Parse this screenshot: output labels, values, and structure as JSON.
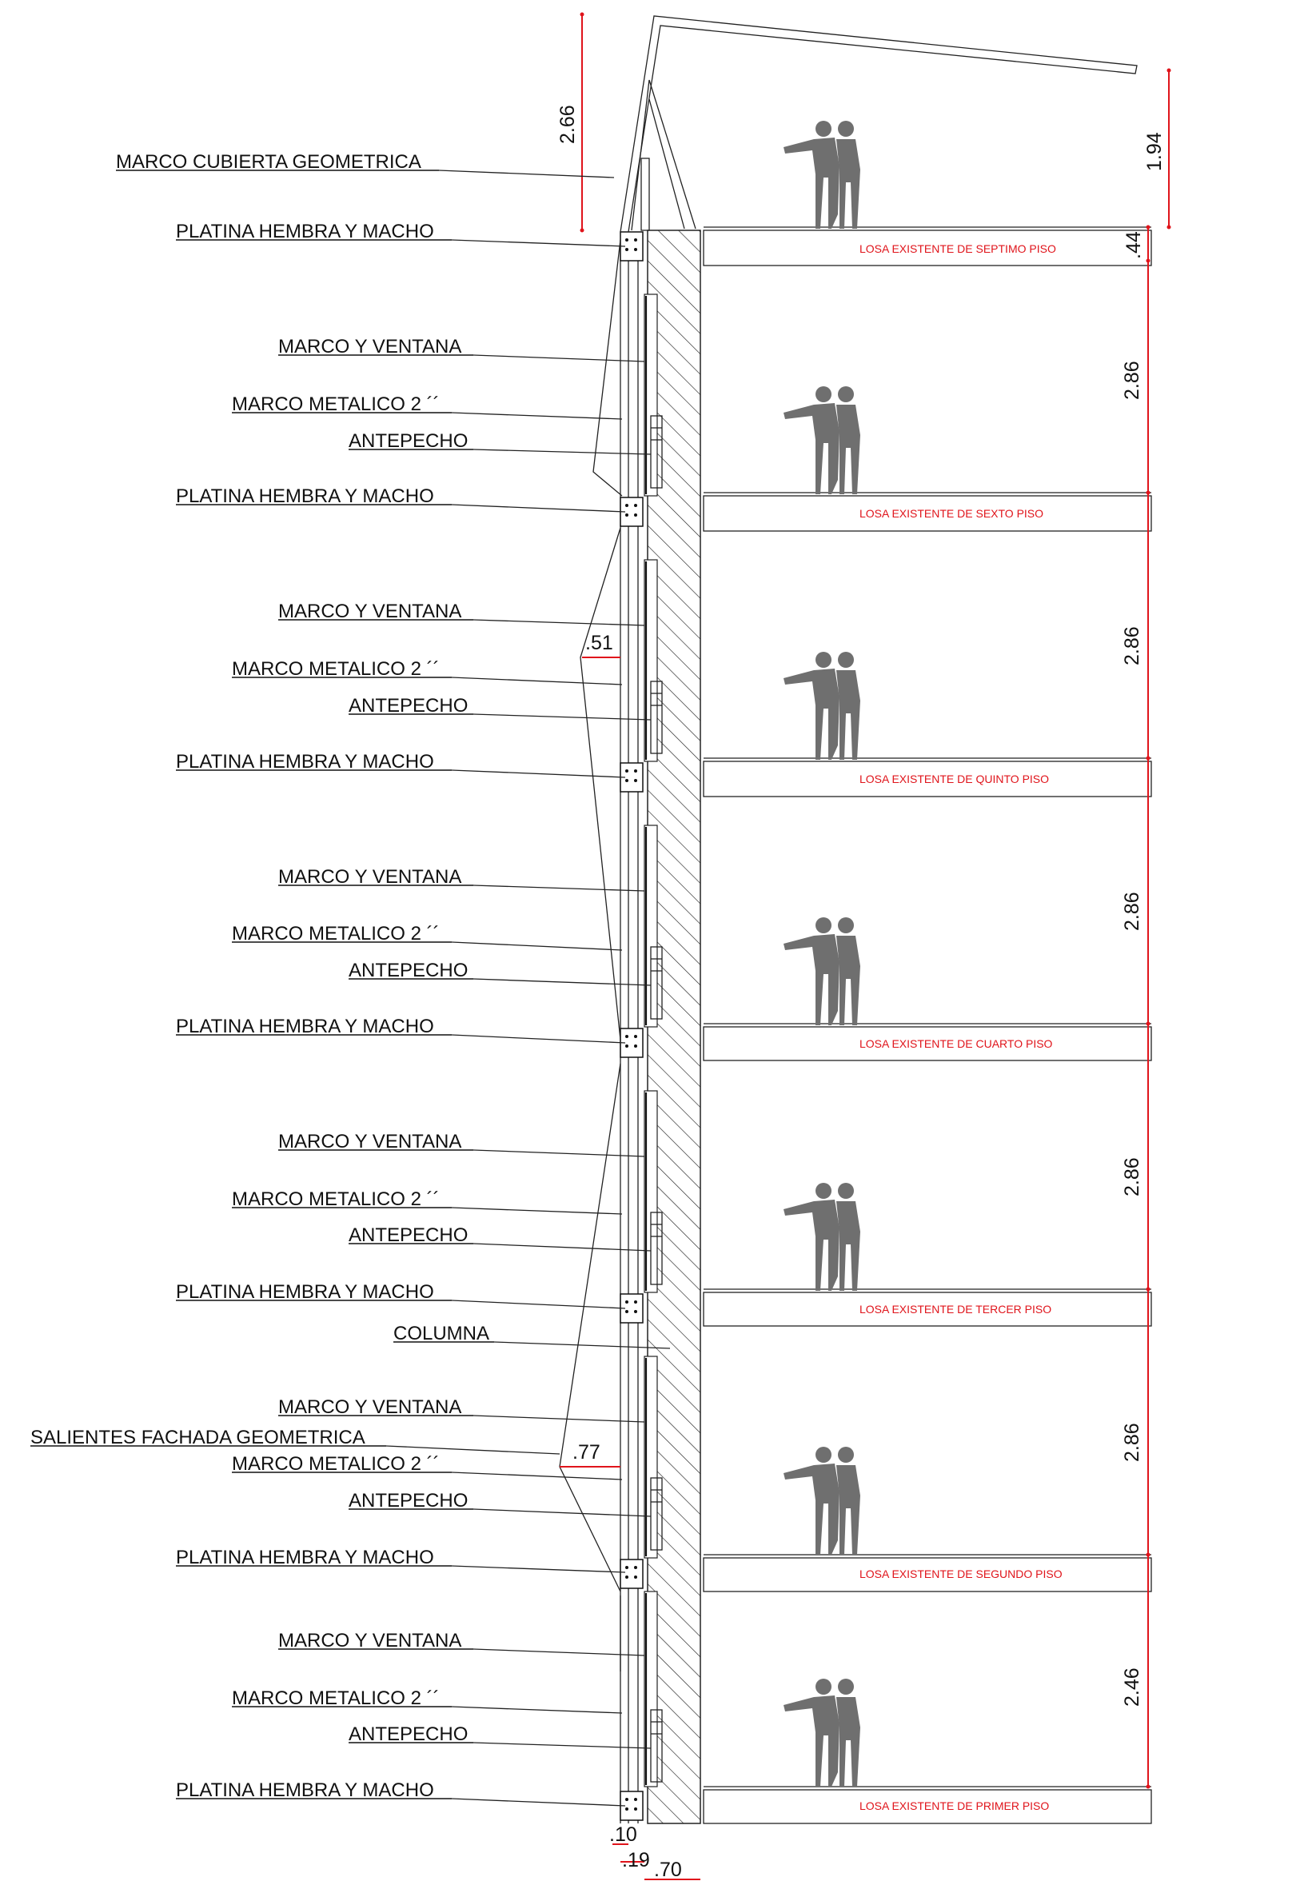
{
  "callouts": {
    "roof_frame": "MARCO CUBIERTA GEOMETRICA",
    "plate": "PLATINA HEMBRA Y MACHO",
    "window": "MARCO Y VENTANA",
    "metal_frame": "MARCO METALICO 2 ´´",
    "parapet": "ANTEPECHO",
    "column": "COLUMNA",
    "facade_projections": "SALIENTES FACHADA GEOMETRICA"
  },
  "slabs": [
    "LOSA EXISTENTE DE SEPTIMO PISO",
    "LOSA EXISTENTE DE SEXTO PISO",
    "LOSA EXISTENTE DE QUINTO PISO",
    "LOSA EXISTENTE DE CUARTO PISO",
    "LOSA EXISTENTE DE TERCER PISO",
    "LOSA EXISTENTE DE SEGUNDO PISO",
    "LOSA EXISTENTE DE PRIMER PISO"
  ],
  "dimensions": {
    "roof_height": "2.66",
    "roof_right": "1.94",
    "slab_thickness": ".44",
    "floors": [
      "2.86",
      "2.86",
      "2.86",
      "2.86",
      "2.86",
      "2.46"
    ],
    "projection_upper": ".51",
    "projection_lower": ".77",
    "bottom": [
      ".10",
      ".19",
      ".70"
    ]
  },
  "colors": {
    "dimension_red": "#e0141b",
    "line": "#222222",
    "figure": "#6f6f6f"
  }
}
